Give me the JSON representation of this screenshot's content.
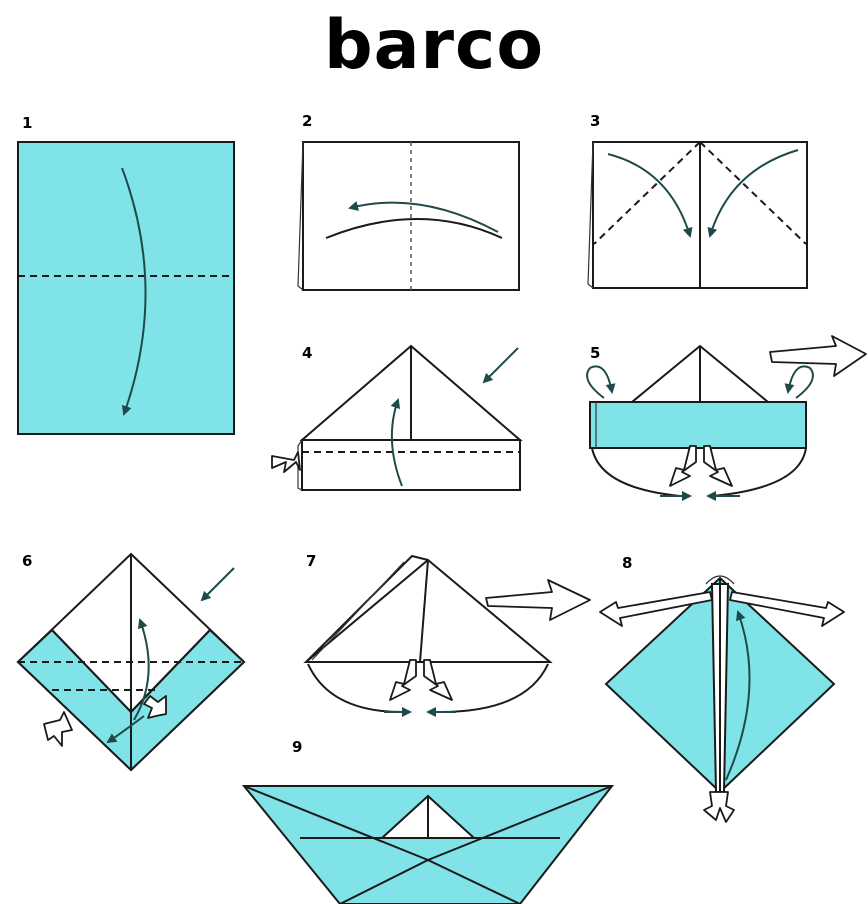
{
  "title": "barco",
  "steps": [
    {
      "num": "1"
    },
    {
      "num": "2"
    },
    {
      "num": "3"
    },
    {
      "num": "4"
    },
    {
      "num": "5"
    },
    {
      "num": "6"
    },
    {
      "num": "7"
    },
    {
      "num": "8"
    },
    {
      "num": "9"
    }
  ],
  "colors": {
    "paper": "#7fe3e8",
    "outline": "#1a1a1a",
    "arrow": "#1f4a4a",
    "background": "#ffffff"
  },
  "icon_names": [
    "fold-arrow-icon",
    "push-arrow-icon",
    "next-step-arrow-icon",
    "crease-line"
  ]
}
